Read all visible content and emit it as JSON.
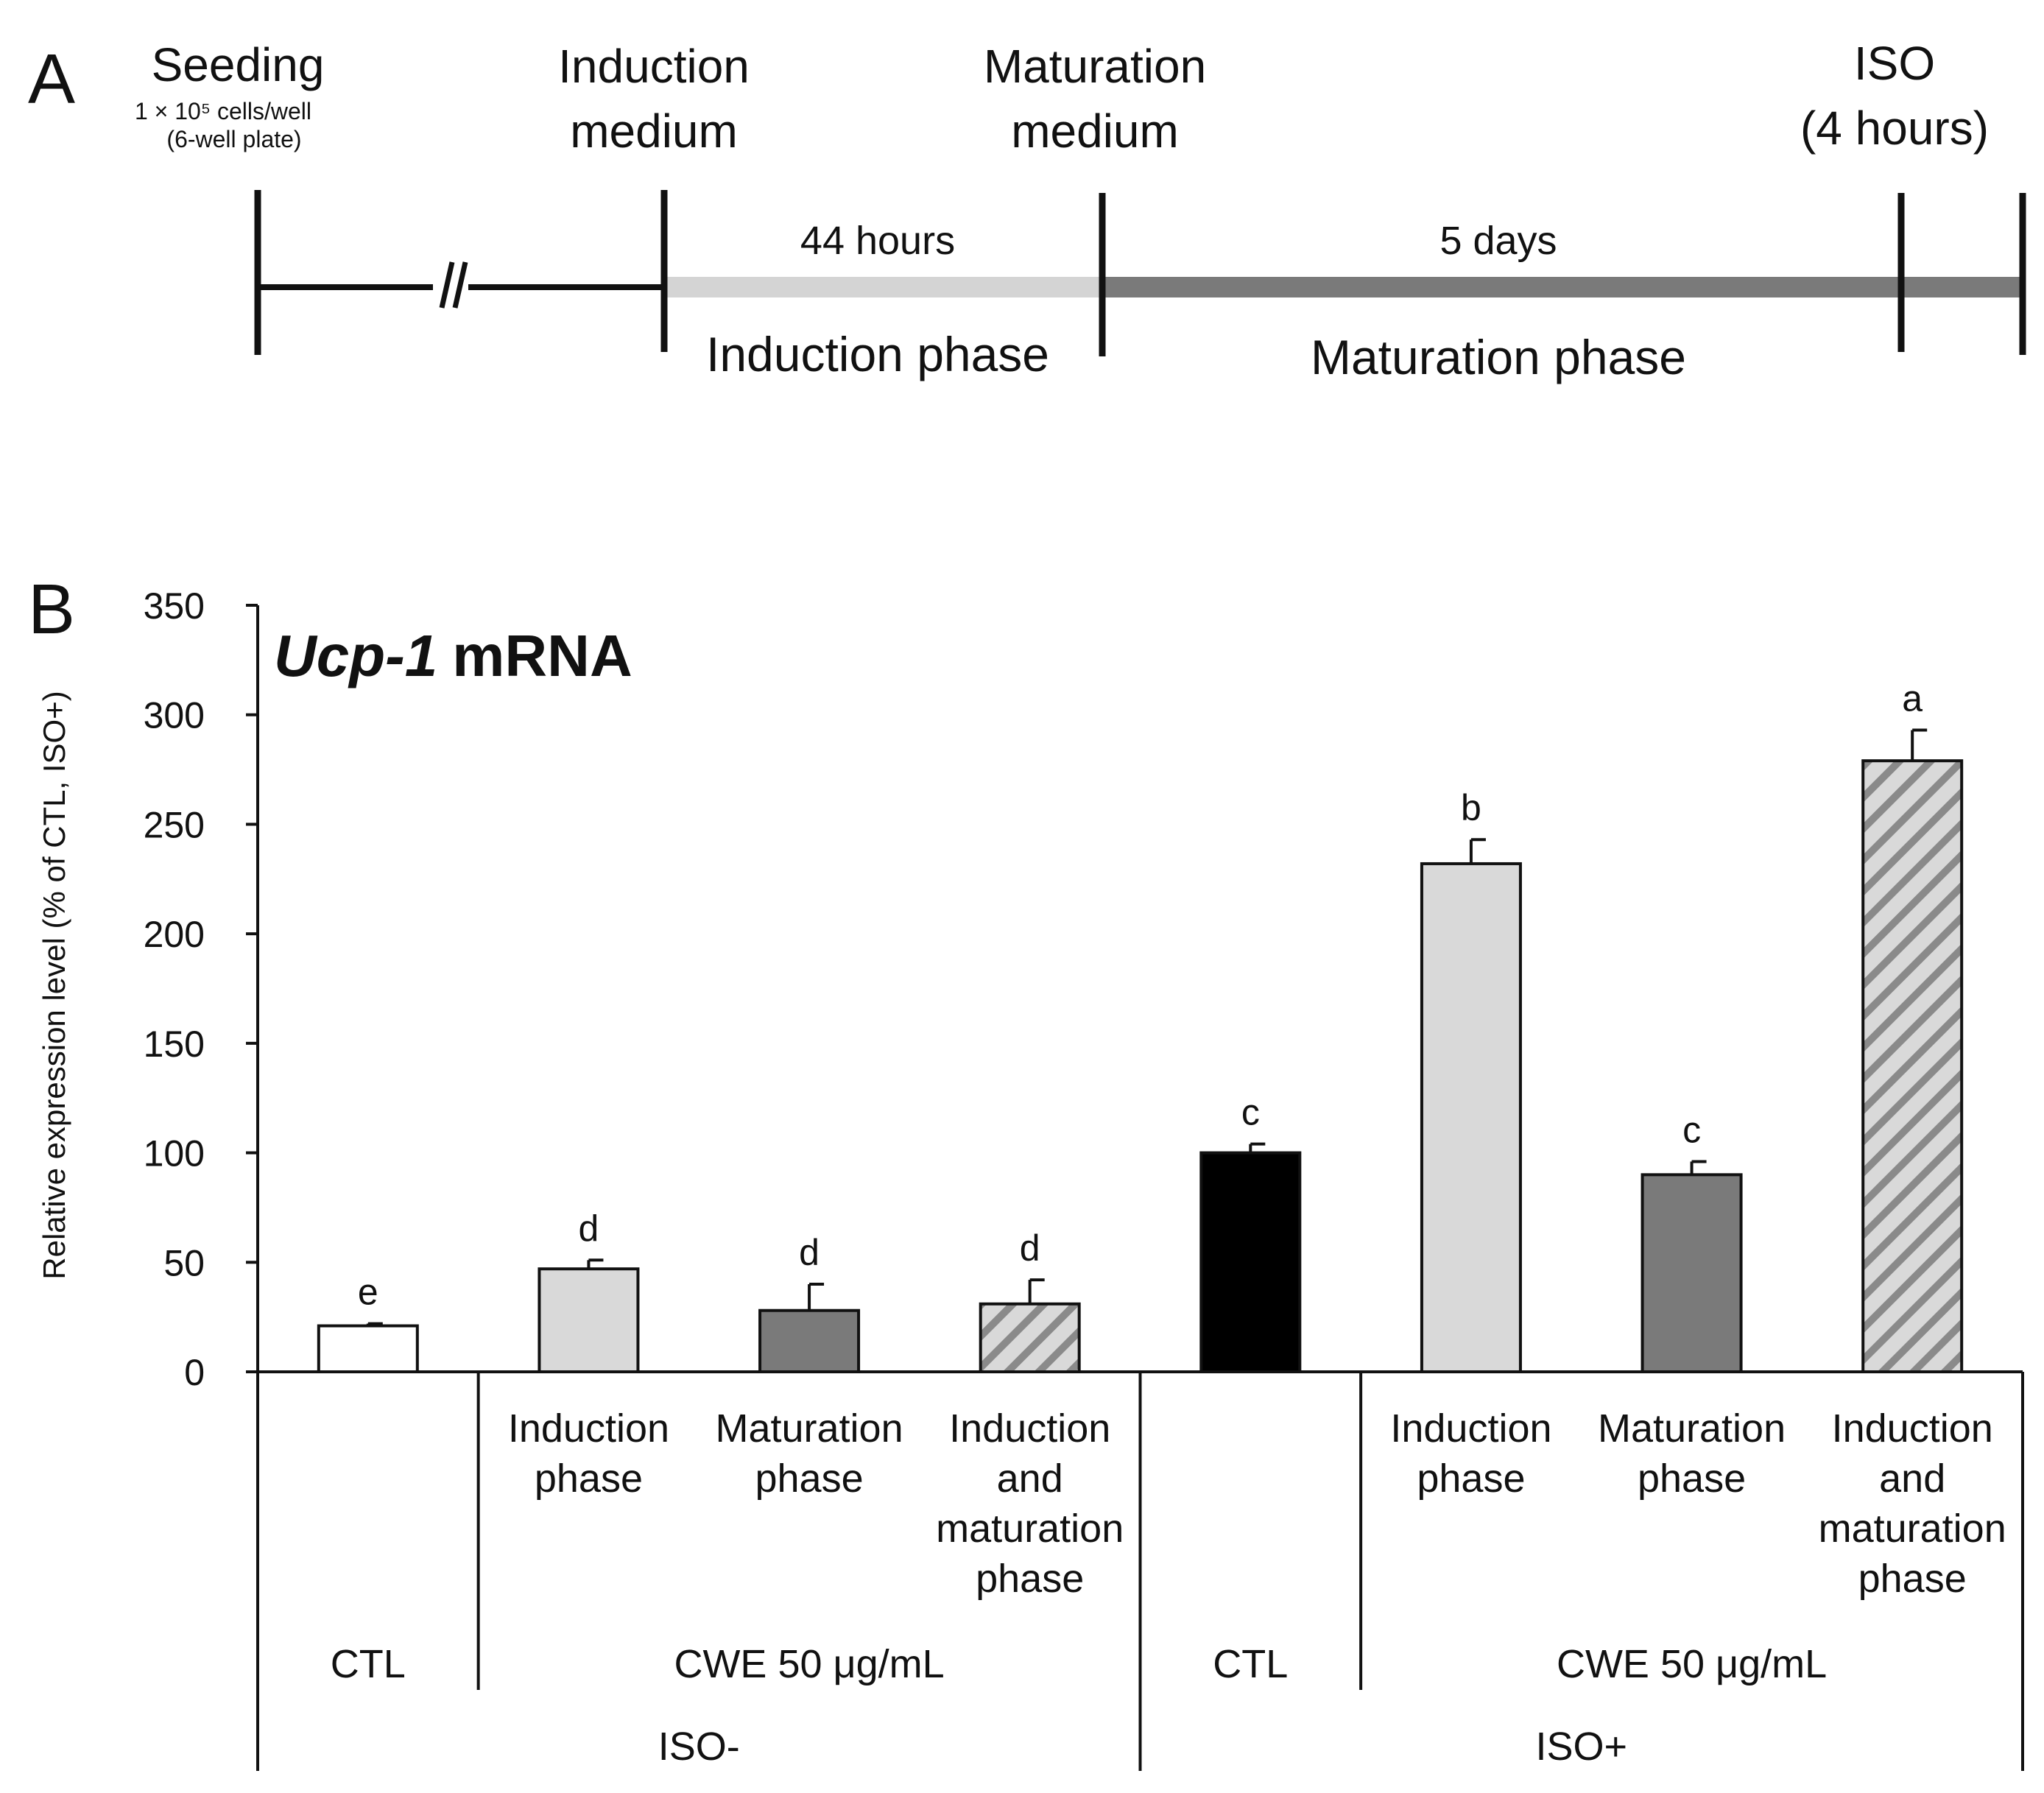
{
  "panel_a": {
    "letter": "A",
    "events": {
      "seeding": {
        "title": "Seeding",
        "note1": "1 × 10⁵ cells/well",
        "note2": "(6-well plate)"
      },
      "induction": {
        "line1": "Induction",
        "line2": "medium"
      },
      "maturation": {
        "line1": "Maturation",
        "line2": "medium"
      },
      "iso": {
        "line1": "ISO",
        "line2": "(4 hours)"
      }
    },
    "durations": {
      "induction": "44 hours",
      "maturation": "5 days"
    },
    "phases": {
      "induction": "Induction phase",
      "maturation": "Maturation phase"
    },
    "colors": {
      "pre": "#111111",
      "induction": "#d4d4d4",
      "maturation": "#7a7a7a"
    }
  },
  "panel_b": {
    "letter": "B"
  },
  "chart_data": {
    "type": "bar",
    "title_italic": "Ucp-1",
    "title_rest": "mRNA",
    "ylabel": "Relative expression level (% of CTL, ISO+)",
    "ylim": [
      0,
      350
    ],
    "yticks": [
      0,
      50,
      100,
      150,
      200,
      250,
      300,
      350
    ],
    "bars": [
      {
        "value": 21,
        "error": 1,
        "sig": "e",
        "fill": "white"
      },
      {
        "value": 47,
        "error": 4,
        "sig": "d",
        "fill": "light"
      },
      {
        "value": 28,
        "error": 12,
        "sig": "d",
        "fill": "dark"
      },
      {
        "value": 31,
        "error": 11,
        "sig": "d",
        "fill": "hatch"
      },
      {
        "value": 100,
        "error": 4,
        "sig": "c",
        "fill": "black"
      },
      {
        "value": 232,
        "error": 11,
        "sig": "b",
        "fill": "light"
      },
      {
        "value": 90,
        "error": 6,
        "sig": "c",
        "fill": "dark"
      },
      {
        "value": 279,
        "error": 14,
        "sig": "a",
        "fill": "hatch"
      }
    ],
    "category_labels": [
      [],
      [
        "Induction",
        "phase"
      ],
      [
        "Maturation",
        "phase"
      ],
      [
        "Induction",
        "and",
        "maturation",
        "phase"
      ],
      [],
      [
        "Induction",
        "phase"
      ],
      [
        "Maturation",
        "phase"
      ],
      [
        "Induction",
        "and",
        "maturation",
        "phase"
      ]
    ],
    "group_labels": [
      "CTL",
      "CWE 50 μg/mL",
      "CTL",
      "CWE 50 μg/mL"
    ],
    "iso_labels": [
      "ISO-",
      "ISO+"
    ],
    "grid": false,
    "colors": {
      "white": "#ffffff",
      "light": "#d9d9d9",
      "dark": "#7a7a7a",
      "black": "#000000",
      "hatch_bg": "#d9d9d9",
      "hatch_line": "#8a8a8a"
    }
  }
}
